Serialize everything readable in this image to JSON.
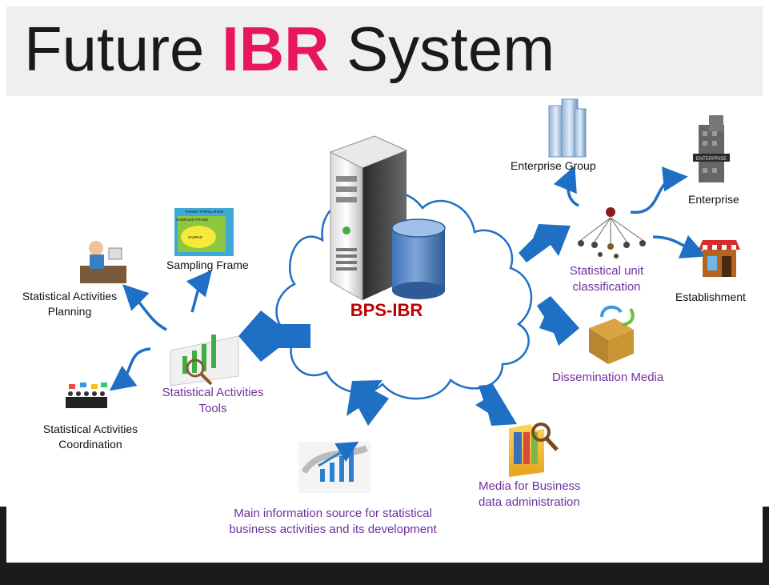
{
  "title": {
    "prefix": "Future ",
    "highlight": "IBR",
    "suffix": " System"
  },
  "center": {
    "label": "BPS-IBR"
  },
  "nodes": {
    "enterprise_group": "Enterprise Group",
    "enterprise": "Enterprise",
    "establishment": "Establishment",
    "sampling_frame": "Sampling Frame",
    "planning_line1": "Statistical Activities",
    "planning_line2": "Planning",
    "coordination_line1": "Statistical Activities",
    "coordination_line2": "Coordination",
    "tools_line1": "Statistical Activities",
    "tools_line2": "Tools",
    "unit_class_line1": "Statistical unit",
    "unit_class_line2": "classification",
    "dissemination": "Dissemination Media",
    "business_line1": "Media for Business",
    "business_line2": "data administration",
    "main_source_line1": "Main information source for statistical",
    "main_source_line2": "business activities and its development"
  },
  "thumbnail_text": {
    "target_population": "TARGET POPULATION",
    "sampling_frame": "SAMPLING FRAME",
    "sample": "SAMPLE",
    "enterprise_sign": "ENTERPRISE"
  },
  "colors": {
    "title_highlight": "#e8175d",
    "arrow": "#1f6fc4",
    "purple_label": "#7030a0",
    "center_label": "#c00000",
    "dark_band": "#1b1b1b"
  },
  "icons": [
    "server-icon",
    "database-icon",
    "cloud-icon",
    "building-icon",
    "shop-icon",
    "org-chart-icon",
    "chart-icon",
    "people-icon",
    "box-icon",
    "folder-icon"
  ]
}
